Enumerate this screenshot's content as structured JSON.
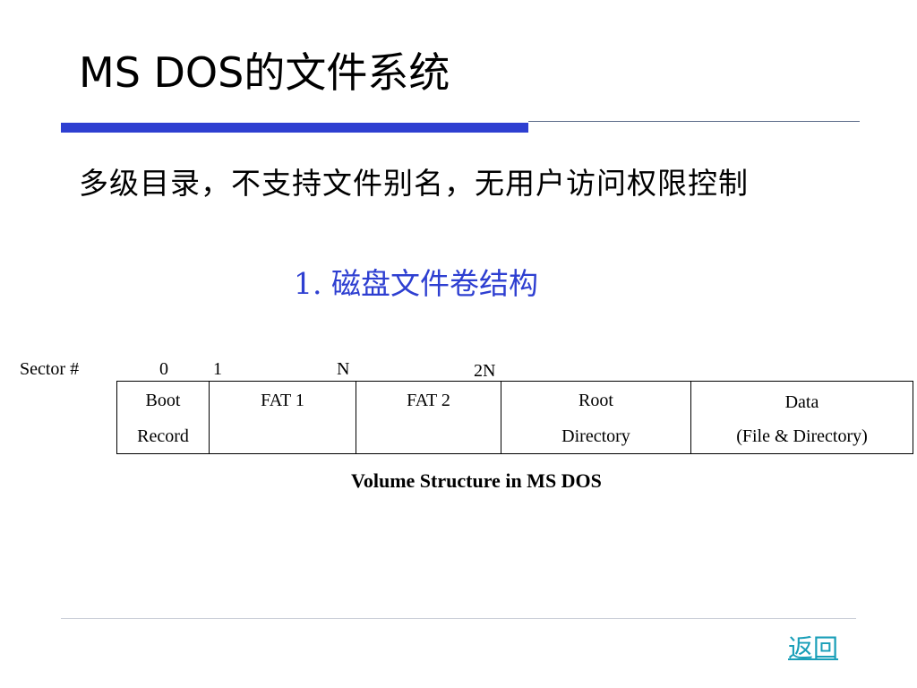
{
  "title": "MS DOS的文件系统",
  "subtitle": "多级目录，不支持文件别名，无用户访问权限控制",
  "heading": "1. 磁盘文件卷结构",
  "diagram": {
    "sector_label": "Sector #",
    "sector_numbers": [
      "0",
      "1",
      "N",
      "2N"
    ],
    "blocks": [
      {
        "line1": "Boot",
        "line2": "Record"
      },
      {
        "line1": "FAT 1",
        "line2": ""
      },
      {
        "line1": "FAT 2",
        "line2": ""
      },
      {
        "line1": "Root",
        "line2": "Directory"
      },
      {
        "line1": "Data",
        "line2": "(File & Directory)"
      }
    ],
    "caption": "Volume Structure in MS DOS"
  },
  "footer": {
    "back_link": "返回"
  },
  "colors": {
    "accent": "#2e3fd1",
    "link": "#1a9fb8"
  }
}
